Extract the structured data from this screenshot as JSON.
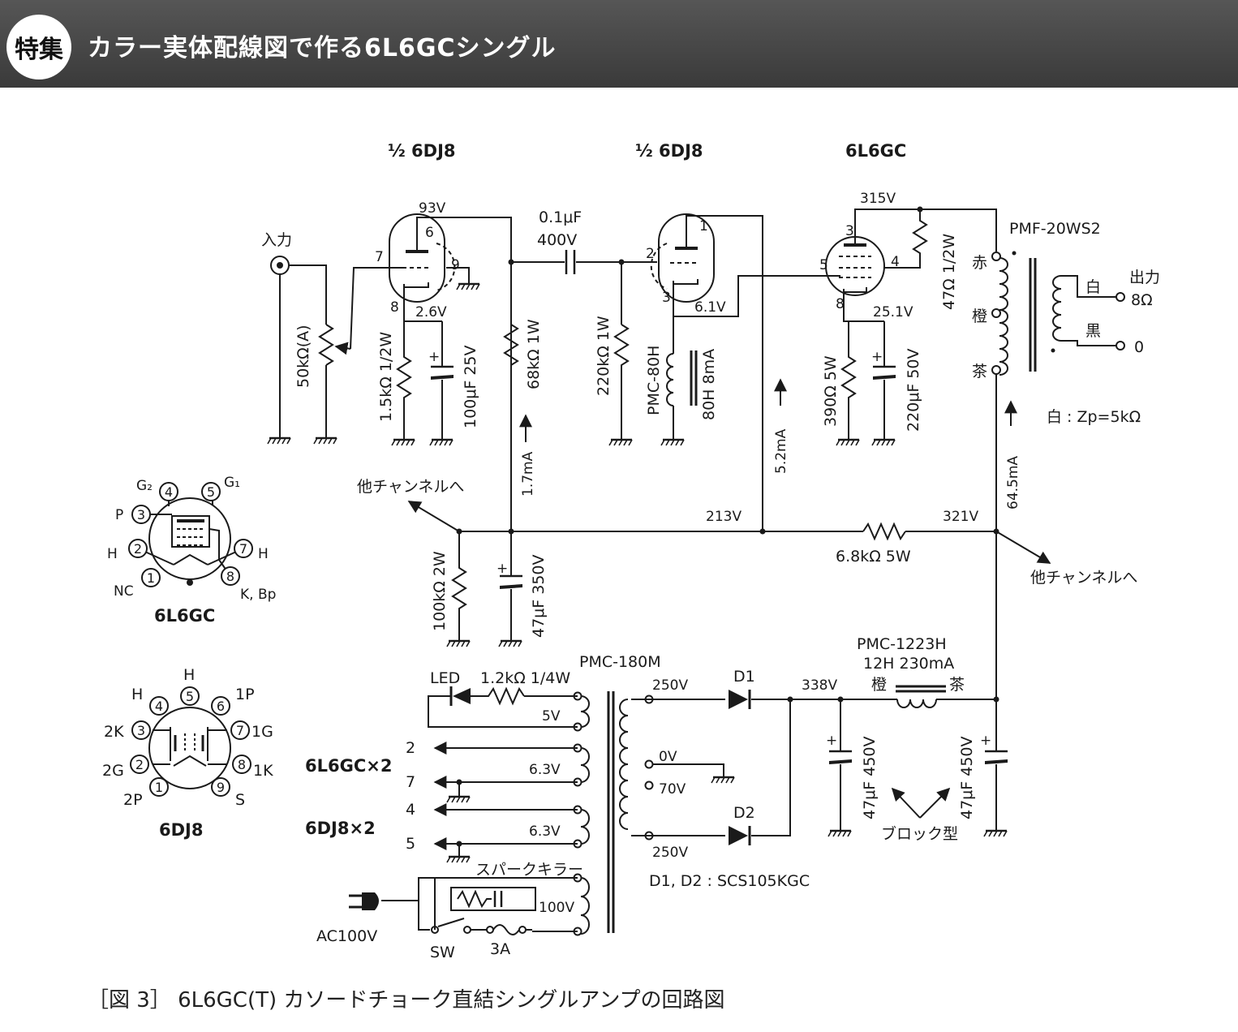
{
  "header": {
    "badge": "特集",
    "title": "カラー実体配線図で作る6L6GCシングル"
  },
  "caption": "［図 3］ 6L6GC(T) カソードチョーク直結シングルアンプの回路図",
  "tubes": {
    "v1_name": "½ 6DJ8",
    "v2_name": "½ 6DJ8",
    "v3_name": "6L6GC"
  },
  "labels": {
    "input": "入力",
    "vol": "50kΩ(A)",
    "v1_plate_v": "93V",
    "v1_cath_v": "2.6V",
    "r_k1": "1.5kΩ 1/2W",
    "c_k1": "100μF 25V",
    "r_load1": "68kΩ 1W",
    "i1": "1.7mA",
    "cap_value": "0.1μF",
    "cap_voltage": "400V",
    "r_grid2": "220kΩ 1W",
    "choke1_name": "PMC-80H",
    "choke1_spec": "80H 8mA",
    "v2_cath_v": "6.1V",
    "i2": "5.2mA",
    "v3_plate_v": "315V",
    "v3_cath_v": "25.1V",
    "r_plate3": "47Ω 1/2W",
    "r_k3": "390Ω 5W",
    "c_k3": "220μF 50V",
    "opt_name": "PMF-20WS2",
    "opt_red": "赤",
    "opt_orange": "橙",
    "opt_brown": "茶",
    "opt_white": "白",
    "opt_black": "黒",
    "out_title": "出力",
    "out_8": "8Ω",
    "out_0": "0",
    "impedance": "白 : Zp=5kΩ",
    "i3": "64.5mA",
    "other_ch": "他チャンネルへ",
    "b213": "213V",
    "b321": "321V",
    "r_drop": "6.8kΩ 5W",
    "r_bleed": "100kΩ 2W",
    "c_b1": "47μF 350V",
    "pt_name": "PMC-180M",
    "led": "LED",
    "r_led": "1.2kΩ 1/4W",
    "v5": "5V",
    "h1": "6.3V",
    "h2": "6.3V",
    "hv1": "250V",
    "hv0": "0V",
    "hv70": "70V",
    "hv2": "250V",
    "d1": "D1",
    "d2": "D2",
    "diodes": "D1, D2 : SCS105KGC",
    "b338": "338V",
    "choke2_name": "PMC-1223H",
    "choke2_spec": "12H 230mA",
    "choke2_orange": "橙",
    "choke2_brown": "茶",
    "c_f1": "47μF 450V",
    "c_f2": "47μF 450V",
    "block": "ブロック型",
    "pin2": "2",
    "pin7": "7",
    "pin4": "4",
    "pin5": "5",
    "heat_6l6": "6L6GC×2",
    "heat_6dj8": "6DJ8×2",
    "spark": "スパークキラー",
    "v100": "100V",
    "ac": "AC100V",
    "sw": "SW",
    "fuse": "3A"
  },
  "pinout_6l6": {
    "title": "6L6GC",
    "pins": [
      "1",
      "2",
      "3",
      "4",
      "5",
      "7",
      "8"
    ],
    "names": [
      "NC",
      "H",
      "P",
      "G2",
      "G1",
      "H",
      "K, Bp"
    ]
  },
  "pinout_6dj8": {
    "title": "6DJ8",
    "pins": [
      "1",
      "2",
      "3",
      "4",
      "5",
      "6",
      "7",
      "8",
      "9"
    ],
    "names": [
      "2P",
      "2G",
      "2K",
      "H",
      "H",
      "1P",
      "1G",
      "1K",
      "S"
    ]
  }
}
